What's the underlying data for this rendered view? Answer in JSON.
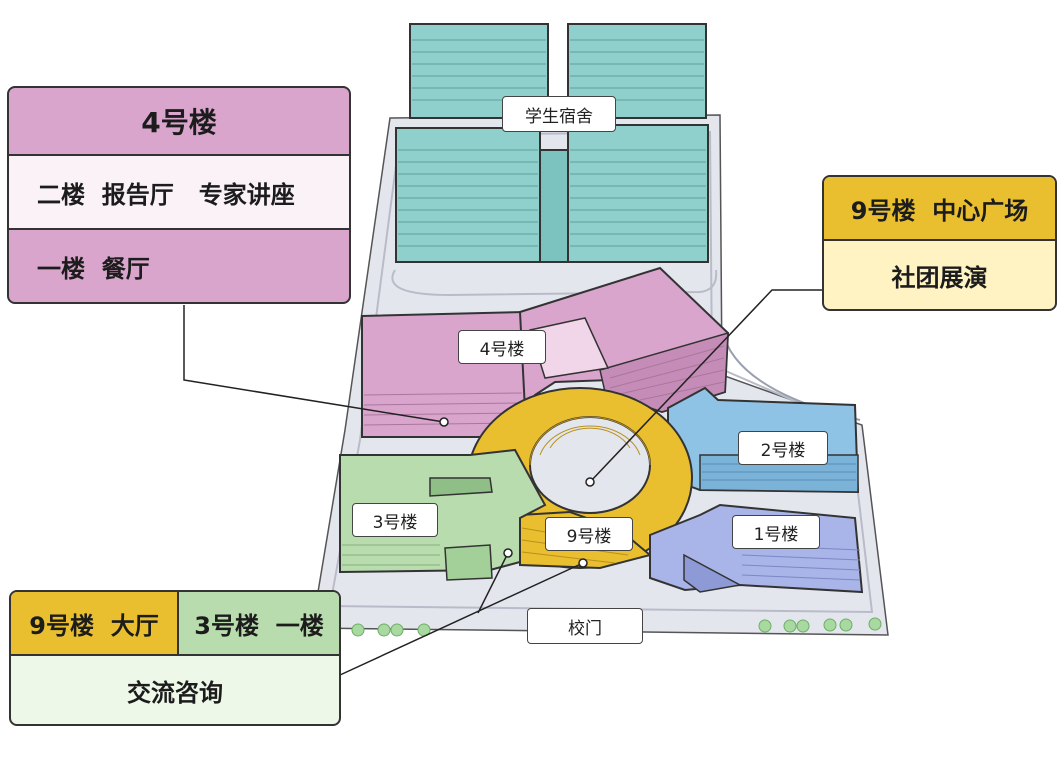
{
  "colors": {
    "dorm": "#8fd0cc",
    "b4": "#d9a5cc",
    "b9": "#e9bf2f",
    "b2": "#8fc3e6",
    "b1": "#a9b4e8",
    "b3": "#b8dcae",
    "ground": "#e4e6ee",
    "tree": "#a8d9a0"
  },
  "map_labels": {
    "dorm": "学生宿舍",
    "b4": "4号楼",
    "b2": "2号楼",
    "b3": "3号楼",
    "b9": "9号楼",
    "b1": "1号楼",
    "gate": "校门"
  },
  "callouts": {
    "b4": {
      "title": "4号楼",
      "floor2": "二楼  报告厅   专家讲座",
      "floor1": "一楼  餐厅"
    },
    "b9plaza": {
      "title": "9号楼  中心广场",
      "event": "社团展演"
    },
    "hall": {
      "b9": "9号楼  大厅",
      "b3": "3号楼  一楼",
      "event": "交流咨询"
    }
  }
}
